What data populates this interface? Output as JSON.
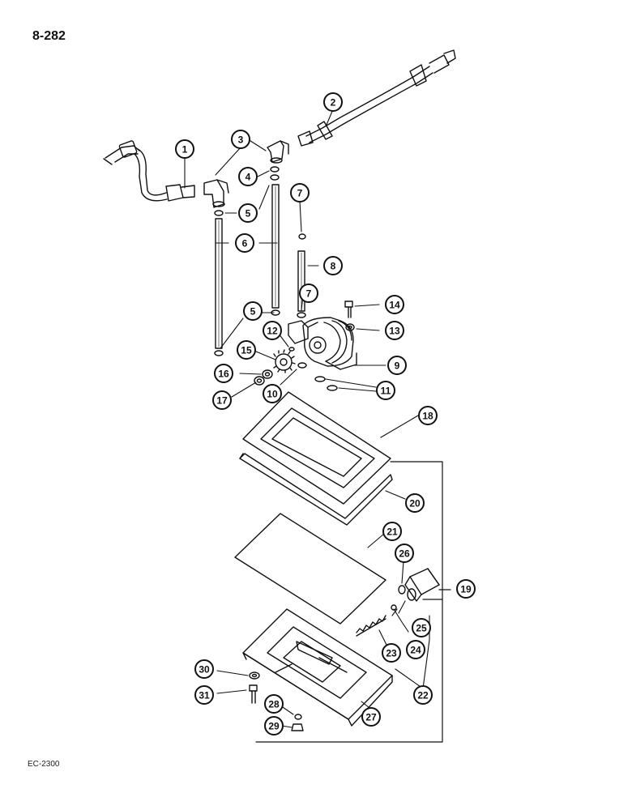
{
  "page_number": "8-282",
  "doc_code": "EC-2300",
  "callouts": [
    {
      "id": "1",
      "label": "1"
    },
    {
      "id": "2",
      "label": "2"
    },
    {
      "id": "3",
      "label": "3"
    },
    {
      "id": "4",
      "label": "4"
    },
    {
      "id": "5a",
      "label": "5"
    },
    {
      "id": "5b",
      "label": "5"
    },
    {
      "id": "6",
      "label": "6"
    },
    {
      "id": "7a",
      "label": "7"
    },
    {
      "id": "7b",
      "label": "7"
    },
    {
      "id": "8",
      "label": "8"
    },
    {
      "id": "9",
      "label": "9"
    },
    {
      "id": "10",
      "label": "10"
    },
    {
      "id": "11",
      "label": "11"
    },
    {
      "id": "12",
      "label": "12"
    },
    {
      "id": "13",
      "label": "13"
    },
    {
      "id": "14",
      "label": "14"
    },
    {
      "id": "15",
      "label": "15"
    },
    {
      "id": "16",
      "label": "16"
    },
    {
      "id": "17",
      "label": "17"
    },
    {
      "id": "18",
      "label": "18"
    },
    {
      "id": "19",
      "label": "19"
    },
    {
      "id": "20",
      "label": "20"
    },
    {
      "id": "21",
      "label": "21"
    },
    {
      "id": "22",
      "label": "22"
    },
    {
      "id": "23",
      "label": "23"
    },
    {
      "id": "24",
      "label": "24"
    },
    {
      "id": "25",
      "label": "25"
    },
    {
      "id": "26",
      "label": "26"
    },
    {
      "id": "27",
      "label": "27"
    },
    {
      "id": "28",
      "label": "28"
    },
    {
      "id": "29",
      "label": "29"
    },
    {
      "id": "30",
      "label": "30"
    },
    {
      "id": "31",
      "label": "31"
    }
  ],
  "colors": {
    "ink": "#111111",
    "paper": "#ffffff"
  }
}
